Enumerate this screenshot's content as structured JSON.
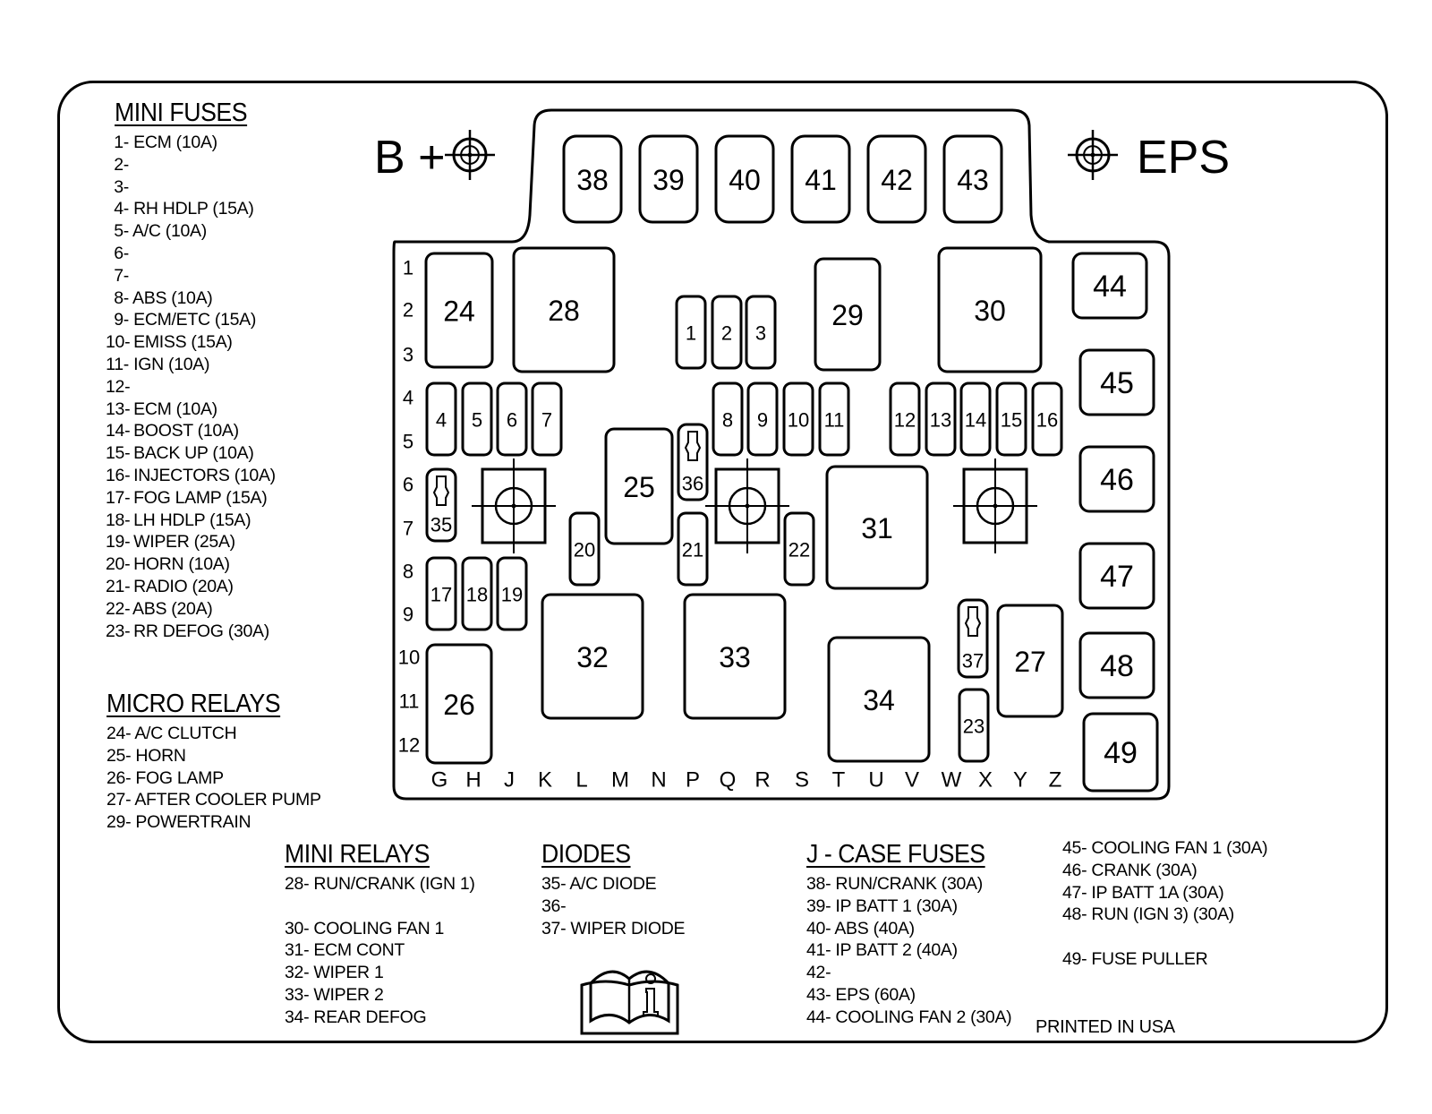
{
  "symbols": {
    "b_plus": "B +",
    "eps": "EPS"
  },
  "top_fuses": [
    "38",
    "39",
    "40",
    "41",
    "42",
    "43"
  ],
  "right_fuses": [
    "44",
    "45",
    "46",
    "47",
    "48",
    "49"
  ],
  "row_numbers": [
    "1",
    "2",
    "3",
    "4",
    "5",
    "6",
    "7",
    "8",
    "9",
    "10",
    "11",
    "12"
  ],
  "column_letters": [
    "G",
    "H",
    "J",
    "K",
    "L",
    "M",
    "N",
    "P",
    "Q",
    "R",
    "S",
    "T",
    "U",
    "V",
    "W",
    "X",
    "Y",
    "Z"
  ],
  "box_labels": {
    "f1": "1",
    "f2": "2",
    "f3": "3",
    "f4": "4",
    "f5": "5",
    "f6": "6",
    "f7": "7",
    "f8": "8",
    "f9": "9",
    "f10": "10",
    "f11": "11",
    "f12": "12",
    "f13": "13",
    "f14": "14",
    "f15": "15",
    "f16": "16",
    "f17": "17",
    "f18": "18",
    "f19": "19",
    "f20": "20",
    "f21": "21",
    "f22": "22",
    "f23": "23",
    "r24": "24",
    "r25": "25",
    "r26": "26",
    "r27": "27",
    "r28": "28",
    "r29": "29",
    "r30": "30",
    "r31": "31",
    "r32": "32",
    "r33": "33",
    "r34": "34",
    "d35": "35",
    "d36": "36",
    "d37": "37"
  },
  "mini_fuses": {
    "title": "MINI FUSES",
    "items": [
      {
        "num": "1-",
        "label": "ECM (10A)"
      },
      {
        "num": "2-",
        "label": ""
      },
      {
        "num": "3-",
        "label": ""
      },
      {
        "num": "4-",
        "label": "RH HDLP (15A)"
      },
      {
        "num": "5-",
        "label": "A/C (10A)"
      },
      {
        "num": "6-",
        "label": ""
      },
      {
        "num": "7-",
        "label": ""
      },
      {
        "num": "8-",
        "label": "ABS (10A)"
      },
      {
        "num": "9-",
        "label": "ECM/ETC (15A)"
      },
      {
        "num": "10-",
        "label": "EMISS (15A)"
      },
      {
        "num": "11-",
        "label": "IGN (10A)"
      },
      {
        "num": "12-",
        "label": ""
      },
      {
        "num": "13-",
        "label": "ECM (10A)"
      },
      {
        "num": "14-",
        "label": "BOOST (10A)"
      },
      {
        "num": "15-",
        "label": "BACK UP (10A)"
      },
      {
        "num": "16-",
        "label": "INJECTORS (10A)"
      },
      {
        "num": "17-",
        "label": "FOG LAMP (15A)"
      },
      {
        "num": "18-",
        "label": "LH HDLP (15A)"
      },
      {
        "num": "19-",
        "label": "WIPER (25A)"
      },
      {
        "num": "20-",
        "label": "HORN (10A)"
      },
      {
        "num": "21-",
        "label": "RADIO (20A)"
      },
      {
        "num": "22-",
        "label": "ABS (20A)"
      },
      {
        "num": "23-",
        "label": "RR DEFOG (30A)"
      }
    ]
  },
  "micro_relays": {
    "title": "MICRO RELAYS",
    "items": [
      {
        "num": "24-",
        "label": "A/C CLUTCH"
      },
      {
        "num": "25-",
        "label": "HORN"
      },
      {
        "num": "26-",
        "label": "FOG LAMP"
      },
      {
        "num": "27-",
        "label": "AFTER COOLER PUMP"
      },
      {
        "num": "29-",
        "label": "POWERTRAIN"
      }
    ]
  },
  "mini_relays": {
    "title": "MINI RELAYS",
    "items": [
      {
        "num": "28-",
        "label": "RUN/CRANK (IGN 1)"
      },
      {
        "num": "",
        "label": ""
      },
      {
        "num": "30-",
        "label": "COOLING FAN 1"
      },
      {
        "num": "31-",
        "label": "ECM CONT"
      },
      {
        "num": "32-",
        "label": "WIPER 1"
      },
      {
        "num": "33-",
        "label": "WIPER 2"
      },
      {
        "num": "34-",
        "label": "REAR DEFOG"
      }
    ]
  },
  "diodes": {
    "title": "DIODES",
    "items": [
      {
        "num": "35-",
        "label": "A/C DIODE"
      },
      {
        "num": "36-",
        "label": ""
      },
      {
        "num": "37-",
        "label": "WIPER DIODE"
      }
    ]
  },
  "jcase_fuses": {
    "title": "J - CASE FUSES",
    "items": [
      {
        "num": "38-",
        "label": "RUN/CRANK (30A)"
      },
      {
        "num": "39-",
        "label": "IP BATT 1 (30A)"
      },
      {
        "num": "40-",
        "label": "ABS (40A)"
      },
      {
        "num": "41-",
        "label": "IP BATT 2 (40A)"
      },
      {
        "num": "42-",
        "label": ""
      },
      {
        "num": "43-",
        "label": "EPS (60A)"
      },
      {
        "num": "44-",
        "label": "COOLING FAN 2 (30A)"
      }
    ]
  },
  "jcase_fuses_2": {
    "items": [
      {
        "num": "45-",
        "label": "COOLING FAN 1 (30A)"
      },
      {
        "num": "46-",
        "label": "CRANK (30A)"
      },
      {
        "num": "47-",
        "label": "IP BATT 1A (30A)"
      },
      {
        "num": "48-",
        "label": "RUN (IGN 3) (30A)"
      },
      {
        "num": "",
        "label": ""
      },
      {
        "num": "49-",
        "label": "FUSE PULLER"
      }
    ]
  },
  "footer": {
    "printed": "PRINTED IN USA"
  },
  "icons": {
    "manual": "owner-manual-info-icon",
    "stud": "terminal-stud-icon"
  }
}
